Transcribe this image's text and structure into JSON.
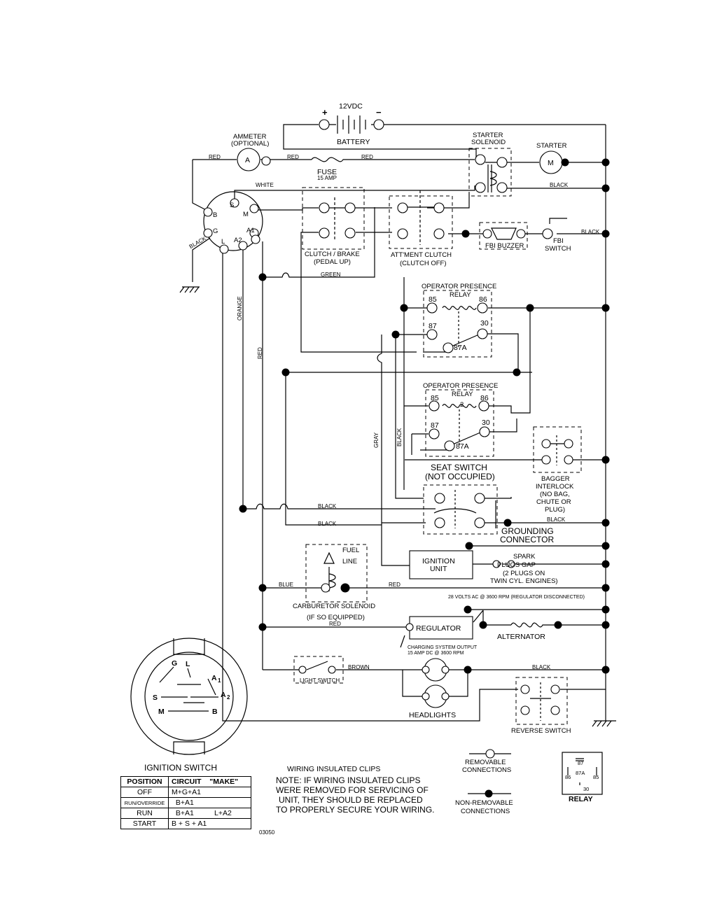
{
  "battery": {
    "voltage": "12VDC",
    "plus": "+",
    "minus": "−",
    "label": "BATTERY"
  },
  "ammeter": {
    "label": "AMMETER",
    "sub": "(OPTIONAL)",
    "symbol": "A"
  },
  "fuse": {
    "label": "FUSE",
    "rating": "15 AMP"
  },
  "starter_solenoid": {
    "line1": "STARTER",
    "line2": "SOLENOID"
  },
  "starter": {
    "label": "STARTER",
    "symbol": "M"
  },
  "wire_labels": {
    "red1": "RED",
    "red2": "RED",
    "red3": "RED",
    "white": "WHITE",
    "black_top": "BLACK",
    "black_fbi": "BLACK",
    "black_ign": "BLACK",
    "green": "GREEN",
    "orange": "ORANGE",
    "red_v": "RED",
    "gray": "GRAY",
    "black_v": "BLACK",
    "black_seat1": "BLACK",
    "black_seat2": "BLACK",
    "black_bagger": "BLACK",
    "blue": "BLUE",
    "red_carb": "RED",
    "red_reg": "RED",
    "brown": "BROWN",
    "black_light": "BLACK"
  },
  "ignition_terminals": {
    "b": "B",
    "s": "S",
    "m": "M",
    "g": "G",
    "a1": "A1",
    "l": "L",
    "a2": "A2"
  },
  "clutch_brake": {
    "line1": "CLUTCH / BRAKE",
    "line2": "(PEDAL UP)"
  },
  "attachment_clutch": {
    "line1": "ATT'MENT CLUTCH",
    "line2": "(CLUTCH OFF)"
  },
  "fbi_buzzer": {
    "label": "FBI BUZZER"
  },
  "fbi_switch": {
    "line1": "FBI",
    "line2": "SWITCH"
  },
  "relay1": {
    "line1": "OPERATOR PRESENCE",
    "line2": "RELAY",
    "n85": "85",
    "n86": "86",
    "n87": "87",
    "n30": "30",
    "n87a": "87A"
  },
  "relay2": {
    "line1": "OPERATOR PRESENCE",
    "line2": "RELAY",
    "num": "2",
    "n85": "85",
    "n86": "86",
    "n87": "87",
    "n30": "30",
    "n87a": "87A"
  },
  "seat_switch": {
    "line1": "SEAT SWITCH",
    "line2": "(NOT OCCUPIED)"
  },
  "bagger": {
    "lines": [
      "BAGGER",
      "INTERLOCK",
      "(NO BAG,",
      "CHUTE OR",
      "PLUG)"
    ]
  },
  "grounding": {
    "line1": "GROUNDING",
    "line2": "CONNECTOR"
  },
  "fuel_line": {
    "line1": "FUEL",
    "line2": "LINE"
  },
  "ignition_unit": {
    "line1": "IGNITION",
    "line2": "UNIT"
  },
  "spark": {
    "lines": [
      "SPARK",
      "PLUGS GAP",
      "(2 PLUGS ON",
      "TWIN CYL. ENGINES)"
    ]
  },
  "carburetor": {
    "line1": "CARBURETOR SOLENOID",
    "line2": "(IF SO EQUIPPED)"
  },
  "ac_note": "28 VOLTS AC @ 3600 RPM (REGULATOR DISCONNECTED)",
  "regulator": {
    "label": "REGULATOR"
  },
  "alternator": {
    "label": "ALTERNATOR"
  },
  "charging": {
    "line1": "CHARGING SYSTEM OUTPUT",
    "line2": "15 AMP DC @ 3600 RPM"
  },
  "light_switch": {
    "label": "LIGHT SWITCH"
  },
  "headlights": {
    "label": "HEADLIGHTS"
  },
  "reverse_switch": {
    "label": "REVERSE SWITCH"
  },
  "ignition_switch_face": {
    "g": "G",
    "l": "L",
    "a1": "A",
    "a1_sub": "1",
    "a2": "A",
    "a2_sub": "2",
    "s": "S",
    "m": "M",
    "b": "B",
    "title": "IGNITION SWITCH"
  },
  "table": {
    "headers": [
      "POSITION",
      "CIRCUIT",
      "\"MAKE\""
    ],
    "rows": [
      {
        "pos": "OFF",
        "c1": "M+G+A1",
        "c2": ""
      },
      {
        "pos": "RUN/OVERRIDE",
        "c1": "B+A1",
        "c2": ""
      },
      {
        "pos": "RUN",
        "c1": "B+A1",
        "c2": "L+A2"
      },
      {
        "pos": "START",
        "c1": "B + S + A1",
        "c2": ""
      }
    ]
  },
  "clips": {
    "title": "WIRING INSULATED CLIPS",
    "lines": [
      "NOTE: IF WIRING INSULATED CLIPS",
      "WERE REMOVED FOR SERVICING OF",
      "UNIT, THEY SHOULD BE REPLACED",
      "TO PROPERLY SECURE YOUR WIRING."
    ]
  },
  "legend": {
    "removable1": "REMOVABLE",
    "removable2": "CONNECTIONS",
    "nonremovable1": "NON-REMOVABLE",
    "nonremovable2": "CONNECTIONS"
  },
  "relay_legend": {
    "n87": "87",
    "n87a": "87A",
    "n86": "86",
    "n85": "85",
    "n30": "30",
    "label": "RELAY"
  },
  "doc_number": "03050"
}
